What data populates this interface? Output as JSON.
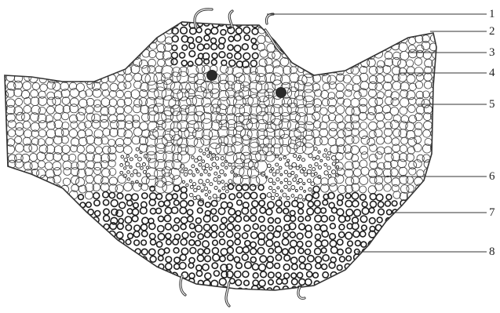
{
  "figure": {
    "labels": [
      "1",
      "2",
      "3",
      "4",
      "5",
      "6",
      "7",
      "8"
    ]
  }
}
